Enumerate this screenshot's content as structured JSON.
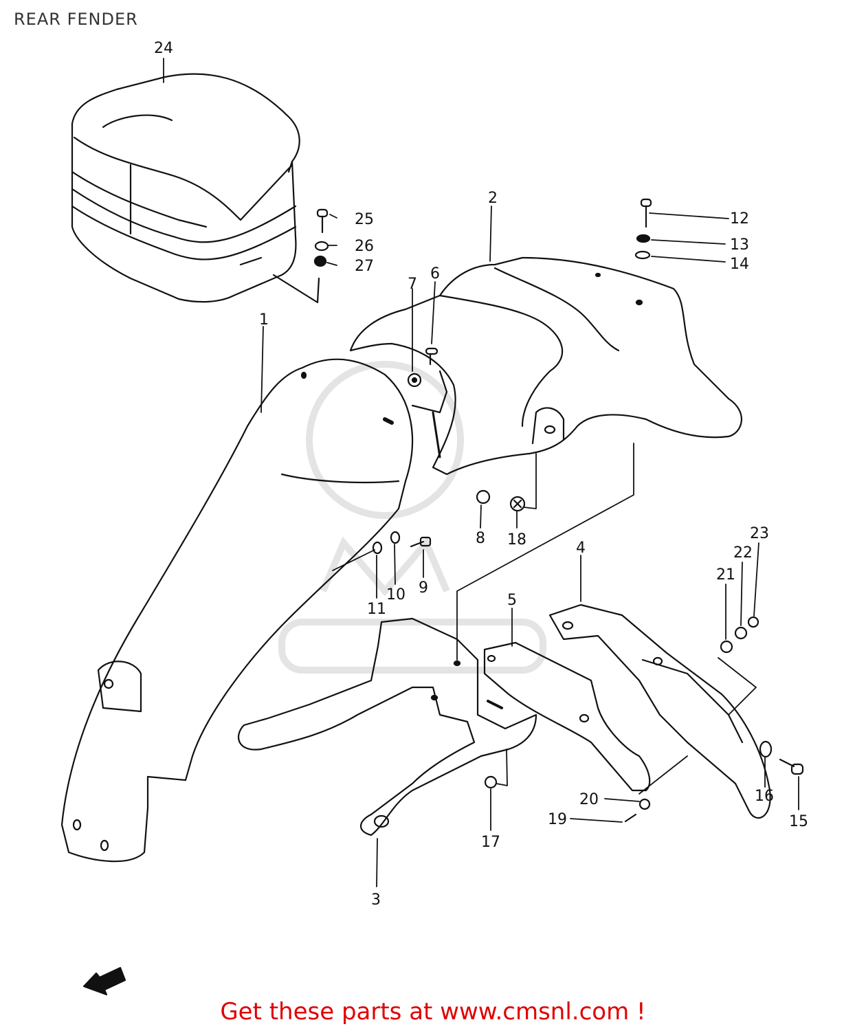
{
  "page": {
    "title": "REAR FENDER",
    "footer_text": "Get these parts at www.cmsnl.com !"
  },
  "colors": {
    "line": "#111111",
    "footer": "#e00000",
    "watermark": "#e6e6e6"
  },
  "parts": [
    {
      "label": "1"
    },
    {
      "label": "2"
    },
    {
      "label": "3"
    },
    {
      "label": "4"
    },
    {
      "label": "5"
    },
    {
      "label": "6"
    },
    {
      "label": "7"
    },
    {
      "label": "8"
    },
    {
      "label": "9"
    },
    {
      "label": "10"
    },
    {
      "label": "11"
    },
    {
      "label": "12"
    },
    {
      "label": "13"
    },
    {
      "label": "14"
    },
    {
      "label": "15"
    },
    {
      "label": "16"
    },
    {
      "label": "17"
    },
    {
      "label": "18"
    },
    {
      "label": "19"
    },
    {
      "label": "20"
    },
    {
      "label": "21"
    },
    {
      "label": "22"
    },
    {
      "label": "23"
    },
    {
      "label": "24"
    },
    {
      "label": "25"
    },
    {
      "label": "26"
    },
    {
      "label": "27"
    }
  ],
  "icons": {
    "direction": "front-arrow-icon"
  }
}
